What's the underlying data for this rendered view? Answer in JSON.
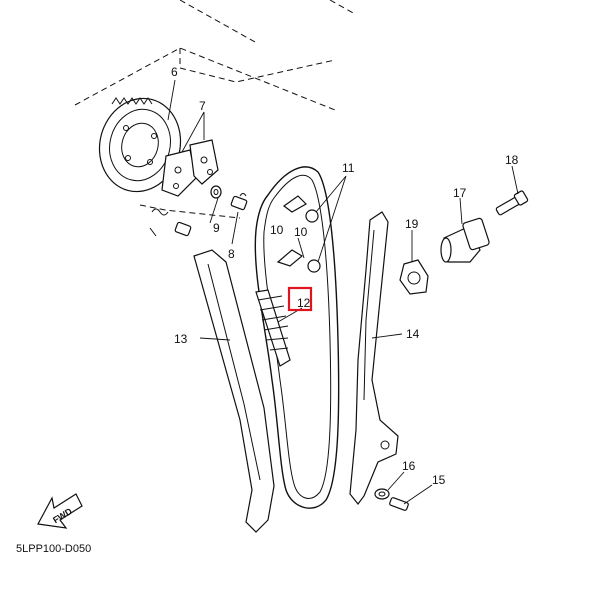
{
  "diagram": {
    "drawing_code": "5LPP100-D050",
    "fwd_label": "FWD",
    "highlight_color": "#e0141e",
    "callouts": [
      "6",
      "7",
      "8",
      "9",
      "10",
      "10",
      "11",
      "12",
      "13",
      "14",
      "15",
      "16",
      "17",
      "18",
      "19"
    ]
  }
}
